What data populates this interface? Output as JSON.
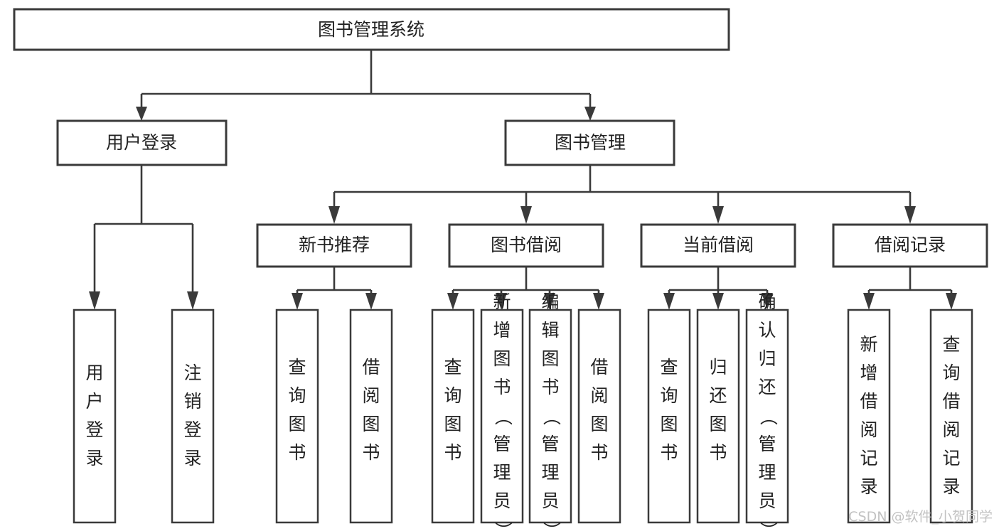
{
  "diagram": {
    "type": "tree-hierarchy-chart",
    "orientation": "top-down",
    "root": {
      "id": "system",
      "label": "图书管理系统"
    },
    "level2": [
      {
        "id": "user-login",
        "label": "用户登录"
      },
      {
        "id": "book-management",
        "label": "图书管理"
      }
    ],
    "level3": [
      {
        "id": "new-book-recommend",
        "label": "新书推荐",
        "parent": "book-management"
      },
      {
        "id": "book-borrow",
        "label": "图书借阅",
        "parent": "book-management"
      },
      {
        "id": "current-borrow",
        "label": "当前借阅",
        "parent": "book-management"
      },
      {
        "id": "borrow-record",
        "label": "借阅记录",
        "parent": "book-management"
      }
    ],
    "leaves": [
      {
        "id": "leaf-user-login",
        "label": "用户登录",
        "parent": "user-login"
      },
      {
        "id": "leaf-logout",
        "label": "注销登录",
        "parent": "user-login"
      },
      {
        "id": "leaf-query-book-1",
        "label": "查询图书",
        "parent": "new-book-recommend"
      },
      {
        "id": "leaf-borrow-book-1",
        "label": "借阅图书",
        "parent": "new-book-recommend"
      },
      {
        "id": "leaf-query-book-2",
        "label": "查询图书",
        "parent": "book-borrow"
      },
      {
        "id": "leaf-add-book",
        "label": "新增图书（管理员）",
        "parent": "book-borrow"
      },
      {
        "id": "leaf-edit-book",
        "label": "编辑图书（管理员）",
        "parent": "book-borrow"
      },
      {
        "id": "leaf-borrow-book-2",
        "label": "借阅图书",
        "parent": "book-borrow"
      },
      {
        "id": "leaf-query-book-3",
        "label": "查询图书",
        "parent": "current-borrow"
      },
      {
        "id": "leaf-return-book",
        "label": "归还图书",
        "parent": "current-borrow"
      },
      {
        "id": "leaf-confirm-return",
        "label": "确认归还（管理员）",
        "parent": "current-borrow"
      },
      {
        "id": "leaf-add-record",
        "label": "新增借阅记录",
        "parent": "borrow-record"
      },
      {
        "id": "leaf-query-record",
        "label": "查询借阅记录",
        "parent": "borrow-record"
      }
    ],
    "colors": {
      "box_fill": "#ffffff",
      "box_stroke": "#3a3a3a",
      "connector": "#3a3a3a",
      "text": "#222222",
      "background": "#ffffff",
      "watermark": "#c2c2c2"
    }
  },
  "watermark": {
    "label": "CSDN @软件_小贺同学"
  }
}
